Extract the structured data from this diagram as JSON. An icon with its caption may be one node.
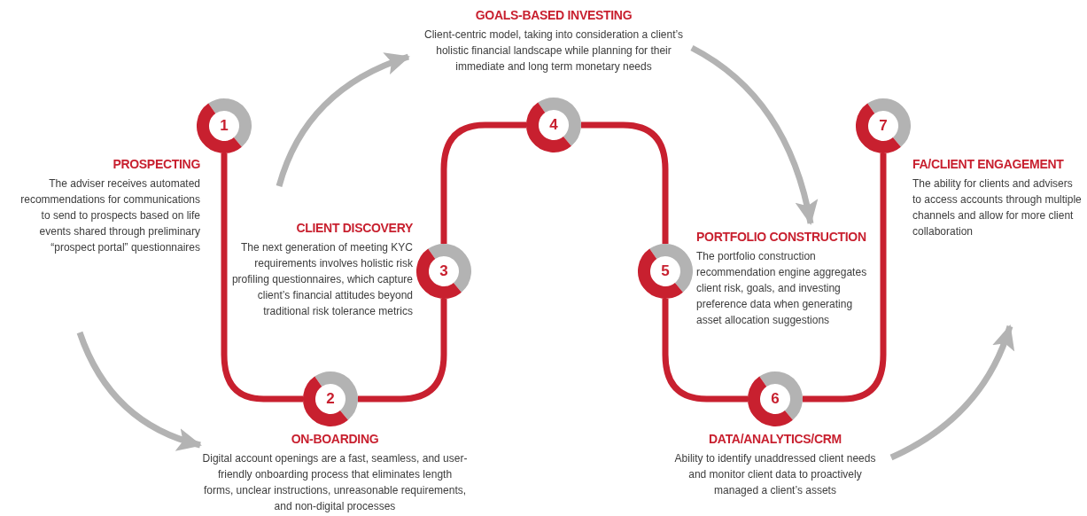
{
  "diagram": {
    "nodes": [
      {
        "text": [
          "1"
        ]
      },
      {
        "text": [
          "2"
        ]
      },
      {
        "text": [
          "3"
        ]
      },
      {
        "text": [
          "4"
        ]
      },
      {
        "text": [
          "5"
        ]
      },
      {
        "text": [
          "6"
        ]
      },
      {
        "text": [
          "7"
        ]
      },
      {
        "text": [
          "PROSPECTING",
          "The adviser receives automated recommendations for communications to send to prospects based on life events shared through preliminary “prospect portal” questionnaires"
        ]
      },
      {
        "text": [
          "ON-BOARDING",
          "Digital account openings are a fast, seamless, and user-friendly onboarding process that eliminates length forms, unclear instructions, unreasonable requirements, and non-digital processes"
        ]
      },
      {
        "text": [
          "CLIENT DISCOVERY",
          "The next generation of meeting KYC requirements involves holistic risk profiling questionnaires, which capture client’s financial attitudes beyond traditional risk tolerance metrics"
        ]
      },
      {
        "text": [
          "GOALS-BASED INVESTING",
          "Client-centric model, taking into consideration a client’s holistic financial landscape while planning for their immediate and long term monetary needs"
        ]
      },
      {
        "text": [
          "PORTFOLIO CONSTRUCTION",
          "The portfolio construction recommendation engine aggregates client risk, goals, and investing preference data when generating asset allocation suggestions"
        ]
      },
      {
        "text": [
          "DATA/ANALYTICS/CRM",
          "Ability to identify unaddressed client needs and monitor client data to proactively managed a client’s assets"
        ]
      },
      {
        "text": [
          "FA/CLIENT ENGAGEMENT",
          "The ability for clients and advisers to access accounts through multiple channels and allow for more client collaboration"
        ]
      }
    ],
    "edges": [
      {
        "from": 0,
        "to": 1,
        "arrow": "none"
      },
      {
        "from": 1,
        "to": 2,
        "arrow": "none"
      },
      {
        "from": 2,
        "to": 3,
        "arrow": "none"
      },
      {
        "from": 3,
        "to": 4,
        "arrow": "none"
      },
      {
        "from": 4,
        "to": 5,
        "arrow": "none"
      },
      {
        "from": 5,
        "to": 6,
        "arrow": "none"
      },
      {
        "from": null,
        "to": 8,
        "arrow": "to",
        "color": "#b3b3b3"
      },
      {
        "from": null,
        "to": 10,
        "arrow": "to",
        "color": "#b3b3b3"
      },
      {
        "from": 10,
        "to": 11,
        "arrow": "to",
        "color": "#b3b3b3"
      },
      {
        "from": 12,
        "to": null,
        "arrow": "to",
        "color": "#b3b3b3"
      }
    ]
  }
}
